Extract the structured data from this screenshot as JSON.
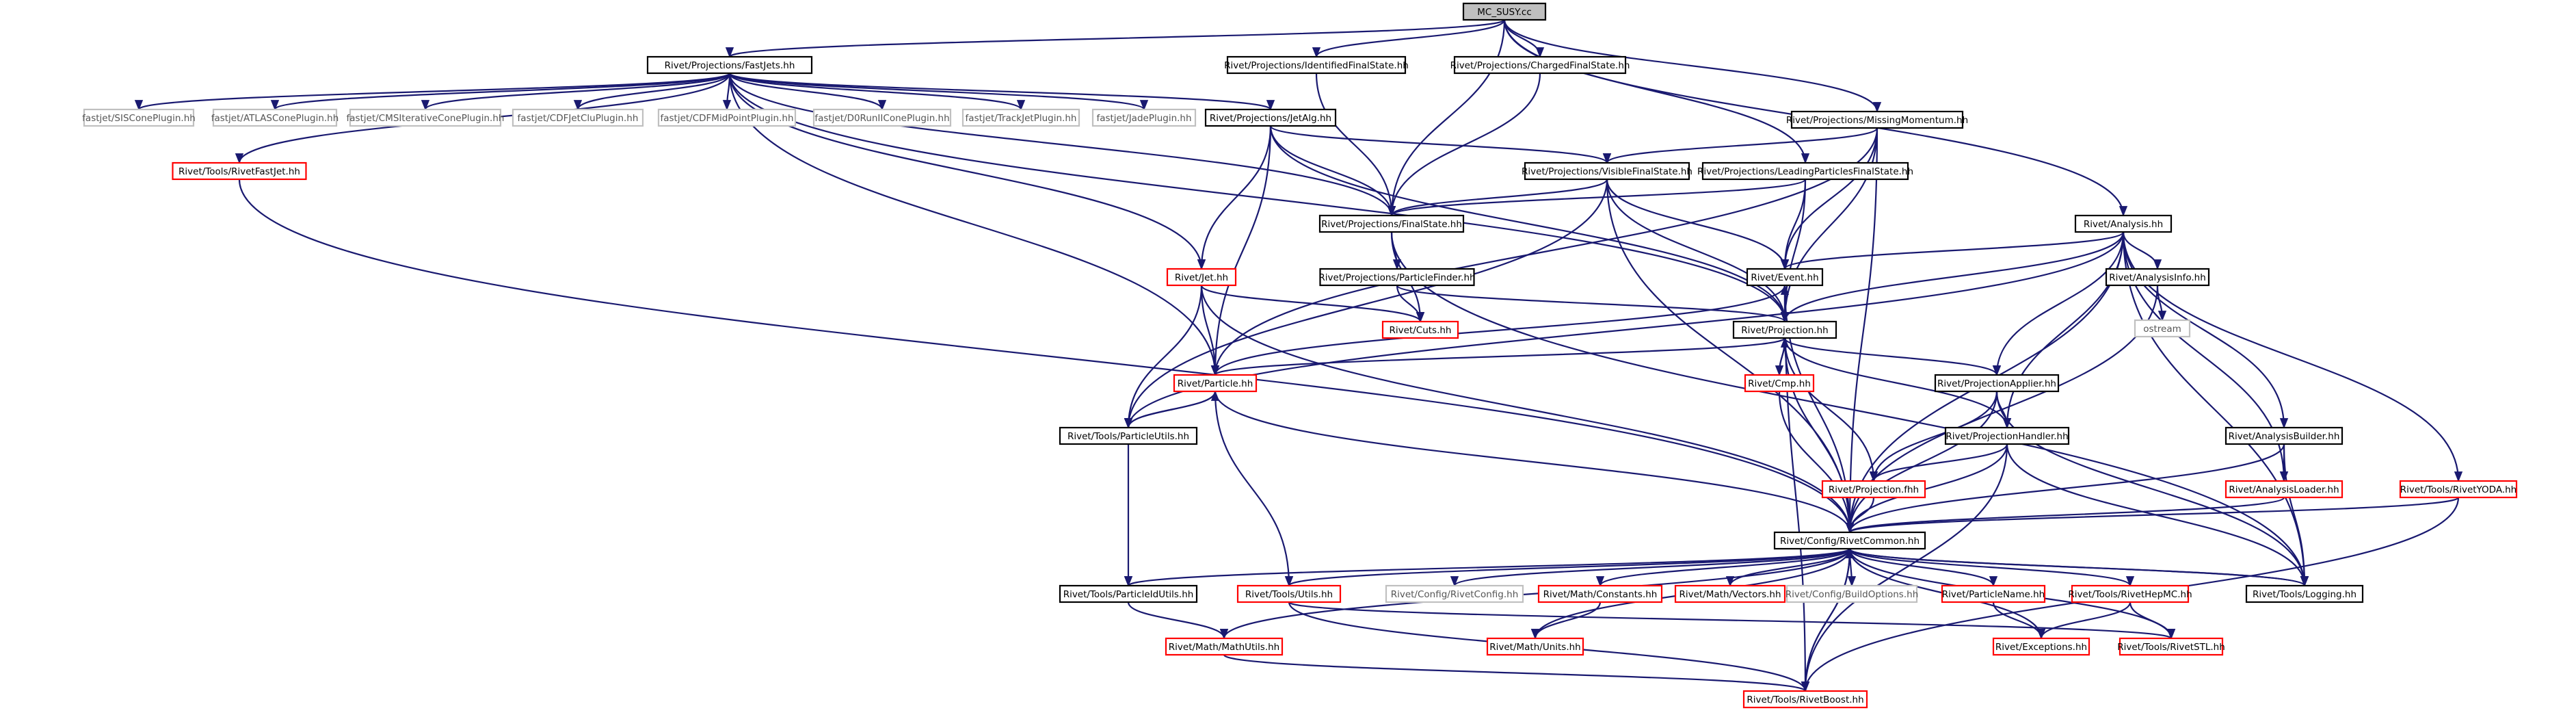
{
  "colors": {
    "edge": "#191970",
    "box_black": "#000000",
    "box_red": "#ff0000",
    "box_grey": "#c0c0c0",
    "root_fill": "#bfbfbf",
    "node_fill": "#ffffff"
  },
  "nodes": [
    {
      "id": "mc_susy",
      "label": "MC_SUSY.cc",
      "style": "root"
    },
    {
      "id": "fastjets",
      "label": "Rivet/Projections/FastJets.hh",
      "style": "black"
    },
    {
      "id": "idfs",
      "label": "Rivet/Projections/IdentifiedFinalState.hh",
      "style": "black"
    },
    {
      "id": "chfs",
      "label": "Rivet/Projections/ChargedFinalState.hh",
      "style": "black"
    },
    {
      "id": "missmom",
      "label": "Rivet/Projections/MissingMomentum.hh",
      "style": "black"
    },
    {
      "id": "sis",
      "label": "fastjet/SISConePlugin.hh",
      "style": "grey"
    },
    {
      "id": "atlas",
      "label": "fastjet/ATLASConePlugin.hh",
      "style": "grey"
    },
    {
      "id": "cms",
      "label": "fastjet/CMSIterativeConePlugin.hh",
      "style": "grey"
    },
    {
      "id": "cdfjet",
      "label": "fastjet/CDFJetCluPlugin.hh",
      "style": "grey"
    },
    {
      "id": "cdfmid",
      "label": "fastjet/CDFMidPointPlugin.hh",
      "style": "grey"
    },
    {
      "id": "d0",
      "label": "fastjet/D0RunIIConePlugin.hh",
      "style": "grey"
    },
    {
      "id": "track",
      "label": "fastjet/TrackJetPlugin.hh",
      "style": "grey"
    },
    {
      "id": "jade",
      "label": "fastjet/JadePlugin.hh",
      "style": "grey"
    },
    {
      "id": "jetalg",
      "label": "Rivet/Projections/JetAlg.hh",
      "style": "black"
    },
    {
      "id": "rivetfastjet",
      "label": "Rivet/Tools/RivetFastJet.hh",
      "style": "red"
    },
    {
      "id": "visfs",
      "label": "Rivet/Projections/VisibleFinalState.hh",
      "style": "black"
    },
    {
      "id": "leadfs",
      "label": "Rivet/Projections/LeadingParticlesFinalState.hh",
      "style": "black"
    },
    {
      "id": "finalstate",
      "label": "Rivet/Projections/FinalState.hh",
      "style": "black"
    },
    {
      "id": "analysis",
      "label": "Rivet/Analysis.hh",
      "style": "black"
    },
    {
      "id": "partfinder",
      "label": "Rivet/Projections/ParticleFinder.hh",
      "style": "black"
    },
    {
      "id": "jet",
      "label": "Rivet/Jet.hh",
      "style": "red"
    },
    {
      "id": "event",
      "label": "Rivet/Event.hh",
      "style": "black"
    },
    {
      "id": "analysisinfo",
      "label": "Rivet/AnalysisInfo.hh",
      "style": "black"
    },
    {
      "id": "ostream",
      "label": "ostream",
      "style": "grey"
    },
    {
      "id": "cuts",
      "label": "Rivet/Cuts.hh",
      "style": "red"
    },
    {
      "id": "projection",
      "label": "Rivet/Projection.hh",
      "style": "black"
    },
    {
      "id": "particle",
      "label": "Rivet/Particle.hh",
      "style": "red"
    },
    {
      "id": "cmp",
      "label": "Rivet/Cmp.hh",
      "style": "red"
    },
    {
      "id": "projapplier",
      "label": "Rivet/ProjectionApplier.hh",
      "style": "black"
    },
    {
      "id": "particleutils",
      "label": "Rivet/Tools/ParticleUtils.hh",
      "style": "black"
    },
    {
      "id": "projhandler",
      "label": "Rivet/ProjectionHandler.hh",
      "style": "black"
    },
    {
      "id": "analysisbuilder",
      "label": "Rivet/AnalysisBuilder.hh",
      "style": "black"
    },
    {
      "id": "projfhh",
      "label": "Rivet/Projection.fhh",
      "style": "red"
    },
    {
      "id": "analysisloader",
      "label": "Rivet/AnalysisLoader.hh",
      "style": "red"
    },
    {
      "id": "rivetyoda",
      "label": "Rivet/Tools/RivetYODA.hh",
      "style": "red"
    },
    {
      "id": "rivetcommon",
      "label": "Rivet/Config/RivetCommon.hh",
      "style": "black"
    },
    {
      "id": "particleidutils",
      "label": "Rivet/Tools/ParticleIdUtils.hh",
      "style": "black"
    },
    {
      "id": "utils",
      "label": "Rivet/Tools/Utils.hh",
      "style": "red"
    },
    {
      "id": "rivetconfig",
      "label": "Rivet/Config/RivetConfig.hh",
      "style": "grey"
    },
    {
      "id": "constants",
      "label": "Rivet/Math/Constants.hh",
      "style": "red"
    },
    {
      "id": "vectors",
      "label": "Rivet/Math/Vectors.hh",
      "style": "red"
    },
    {
      "id": "buildoptions",
      "label": "Rivet/Config/BuildOptions.hh",
      "style": "grey"
    },
    {
      "id": "particlename",
      "label": "Rivet/ParticleName.hh",
      "style": "red"
    },
    {
      "id": "hepmc",
      "label": "Rivet/Tools/RivetHepMC.hh",
      "style": "red"
    },
    {
      "id": "logging",
      "label": "Rivet/Tools/Logging.hh",
      "style": "black"
    },
    {
      "id": "mathutils",
      "label": "Rivet/Math/MathUtils.hh",
      "style": "red"
    },
    {
      "id": "units",
      "label": "Rivet/Math/Units.hh",
      "style": "red"
    },
    {
      "id": "exceptions",
      "label": "Rivet/Exceptions.hh",
      "style": "red"
    },
    {
      "id": "rivetstl",
      "label": "Rivet/Tools/RivetSTL.hh",
      "style": "red"
    },
    {
      "id": "rivetboost",
      "label": "Rivet/Tools/RivetBoost.hh",
      "style": "red"
    }
  ],
  "edges": [
    [
      "mc_susy",
      "fastjets"
    ],
    [
      "mc_susy",
      "idfs"
    ],
    [
      "mc_susy",
      "chfs"
    ],
    [
      "mc_susy",
      "missmom"
    ],
    [
      "mc_susy",
      "leadfs"
    ],
    [
      "mc_susy",
      "analysis"
    ],
    [
      "mc_susy",
      "finalstate"
    ],
    [
      "fastjets",
      "sis"
    ],
    [
      "fastjets",
      "atlas"
    ],
    [
      "fastjets",
      "cms"
    ],
    [
      "fastjets",
      "cdfjet"
    ],
    [
      "fastjets",
      "cdfmid"
    ],
    [
      "fastjets",
      "d0"
    ],
    [
      "fastjets",
      "track"
    ],
    [
      "fastjets",
      "jade"
    ],
    [
      "fastjets",
      "jetalg"
    ],
    [
      "fastjets",
      "rivetfastjet"
    ],
    [
      "fastjets",
      "finalstate"
    ],
    [
      "fastjets",
      "jet"
    ],
    [
      "fastjets",
      "particle"
    ],
    [
      "fastjets",
      "projection"
    ],
    [
      "idfs",
      "finalstate"
    ],
    [
      "chfs",
      "finalstate"
    ],
    [
      "missmom",
      "visfs"
    ],
    [
      "missmom",
      "event"
    ],
    [
      "missmom",
      "projection"
    ],
    [
      "missmom",
      "particle"
    ],
    [
      "missmom",
      "rivetcommon"
    ],
    [
      "jetalg",
      "visfs"
    ],
    [
      "jetalg",
      "finalstate"
    ],
    [
      "jetalg",
      "jet"
    ],
    [
      "jetalg",
      "particle"
    ],
    [
      "jetalg",
      "projection"
    ],
    [
      "rivetfastjet",
      "rivetcommon"
    ],
    [
      "visfs",
      "finalstate"
    ],
    [
      "visfs",
      "event"
    ],
    [
      "visfs",
      "projection"
    ],
    [
      "visfs",
      "particleutils"
    ],
    [
      "visfs",
      "rivetcommon"
    ],
    [
      "leadfs",
      "finalstate"
    ],
    [
      "leadfs",
      "event"
    ],
    [
      "leadfs",
      "projection"
    ],
    [
      "finalstate",
      "partfinder"
    ],
    [
      "finalstate",
      "cuts"
    ],
    [
      "finalstate",
      "logging"
    ],
    [
      "analysis",
      "event"
    ],
    [
      "analysis",
      "analysisinfo"
    ],
    [
      "analysis",
      "projection"
    ],
    [
      "analysis",
      "projapplier"
    ],
    [
      "analysis",
      "projhandler"
    ],
    [
      "analysis",
      "analysisbuilder"
    ],
    [
      "analysis",
      "analysisloader"
    ],
    [
      "analysis",
      "rivetyoda"
    ],
    [
      "analysis",
      "logging"
    ],
    [
      "analysis",
      "rivetcommon"
    ],
    [
      "analysis",
      "particleutils"
    ],
    [
      "partfinder",
      "cuts"
    ],
    [
      "partfinder",
      "projection"
    ],
    [
      "jet",
      "cuts"
    ],
    [
      "jet",
      "particle"
    ],
    [
      "jet",
      "particleutils"
    ],
    [
      "jet",
      "rivetcommon"
    ],
    [
      "event",
      "projection"
    ],
    [
      "event",
      "particle"
    ],
    [
      "event",
      "rivetboost"
    ],
    [
      "event",
      "rivetcommon"
    ],
    [
      "analysisinfo",
      "ostream"
    ],
    [
      "analysisinfo",
      "rivetcommon"
    ],
    [
      "projection",
      "event"
    ],
    [
      "projection",
      "cmp"
    ],
    [
      "projection",
      "projapplier"
    ],
    [
      "projection",
      "projhandler"
    ],
    [
      "projection",
      "projfhh"
    ],
    [
      "projection",
      "particle"
    ],
    [
      "projection",
      "rivetcommon"
    ],
    [
      "particle",
      "particleutils"
    ],
    [
      "particle",
      "utils"
    ],
    [
      "particle",
      "rivetcommon"
    ],
    [
      "cmp",
      "projection"
    ],
    [
      "cmp",
      "rivetcommon"
    ],
    [
      "projapplier",
      "projhandler"
    ],
    [
      "projapplier",
      "projfhh"
    ],
    [
      "projapplier",
      "logging"
    ],
    [
      "projapplier",
      "rivetcommon"
    ],
    [
      "particleutils",
      "particle"
    ],
    [
      "particleutils",
      "particleidutils"
    ],
    [
      "projhandler",
      "projfhh"
    ],
    [
      "projhandler",
      "logging"
    ],
    [
      "projhandler",
      "rivetcommon"
    ],
    [
      "projhandler",
      "rivetboost"
    ],
    [
      "analysisbuilder",
      "analysisloader"
    ],
    [
      "analysisbuilder",
      "logging"
    ],
    [
      "analysisbuilder",
      "rivetcommon"
    ],
    [
      "projfhh",
      "rivetcommon"
    ],
    [
      "analysisloader",
      "rivetcommon"
    ],
    [
      "rivetyoda",
      "rivetcommon"
    ],
    [
      "rivetyoda",
      "rivetboost"
    ],
    [
      "rivetcommon",
      "particleidutils"
    ],
    [
      "rivetcommon",
      "utils"
    ],
    [
      "rivetcommon",
      "rivetconfig"
    ],
    [
      "rivetcommon",
      "constants"
    ],
    [
      "rivetcommon",
      "vectors"
    ],
    [
      "rivetcommon",
      "buildoptions"
    ],
    [
      "rivetcommon",
      "particlename"
    ],
    [
      "rivetcommon",
      "hepmc"
    ],
    [
      "rivetcommon",
      "logging"
    ],
    [
      "rivetcommon",
      "mathutils"
    ],
    [
      "rivetcommon",
      "units"
    ],
    [
      "rivetcommon",
      "exceptions"
    ],
    [
      "rivetcommon",
      "rivetstl"
    ],
    [
      "rivetcommon",
      "rivetboost"
    ],
    [
      "particleidutils",
      "mathutils"
    ],
    [
      "utils",
      "rivetstl"
    ],
    [
      "utils",
      "rivetboost"
    ],
    [
      "constants",
      "units"
    ],
    [
      "particlename",
      "exceptions"
    ],
    [
      "hepmc",
      "exceptions"
    ],
    [
      "hepmc",
      "rivetstl"
    ],
    [
      "logging",
      "rivetcommon"
    ],
    [
      "mathutils",
      "rivetboost"
    ],
    [
      "rivetboost",
      "rivetcommon"
    ]
  ]
}
